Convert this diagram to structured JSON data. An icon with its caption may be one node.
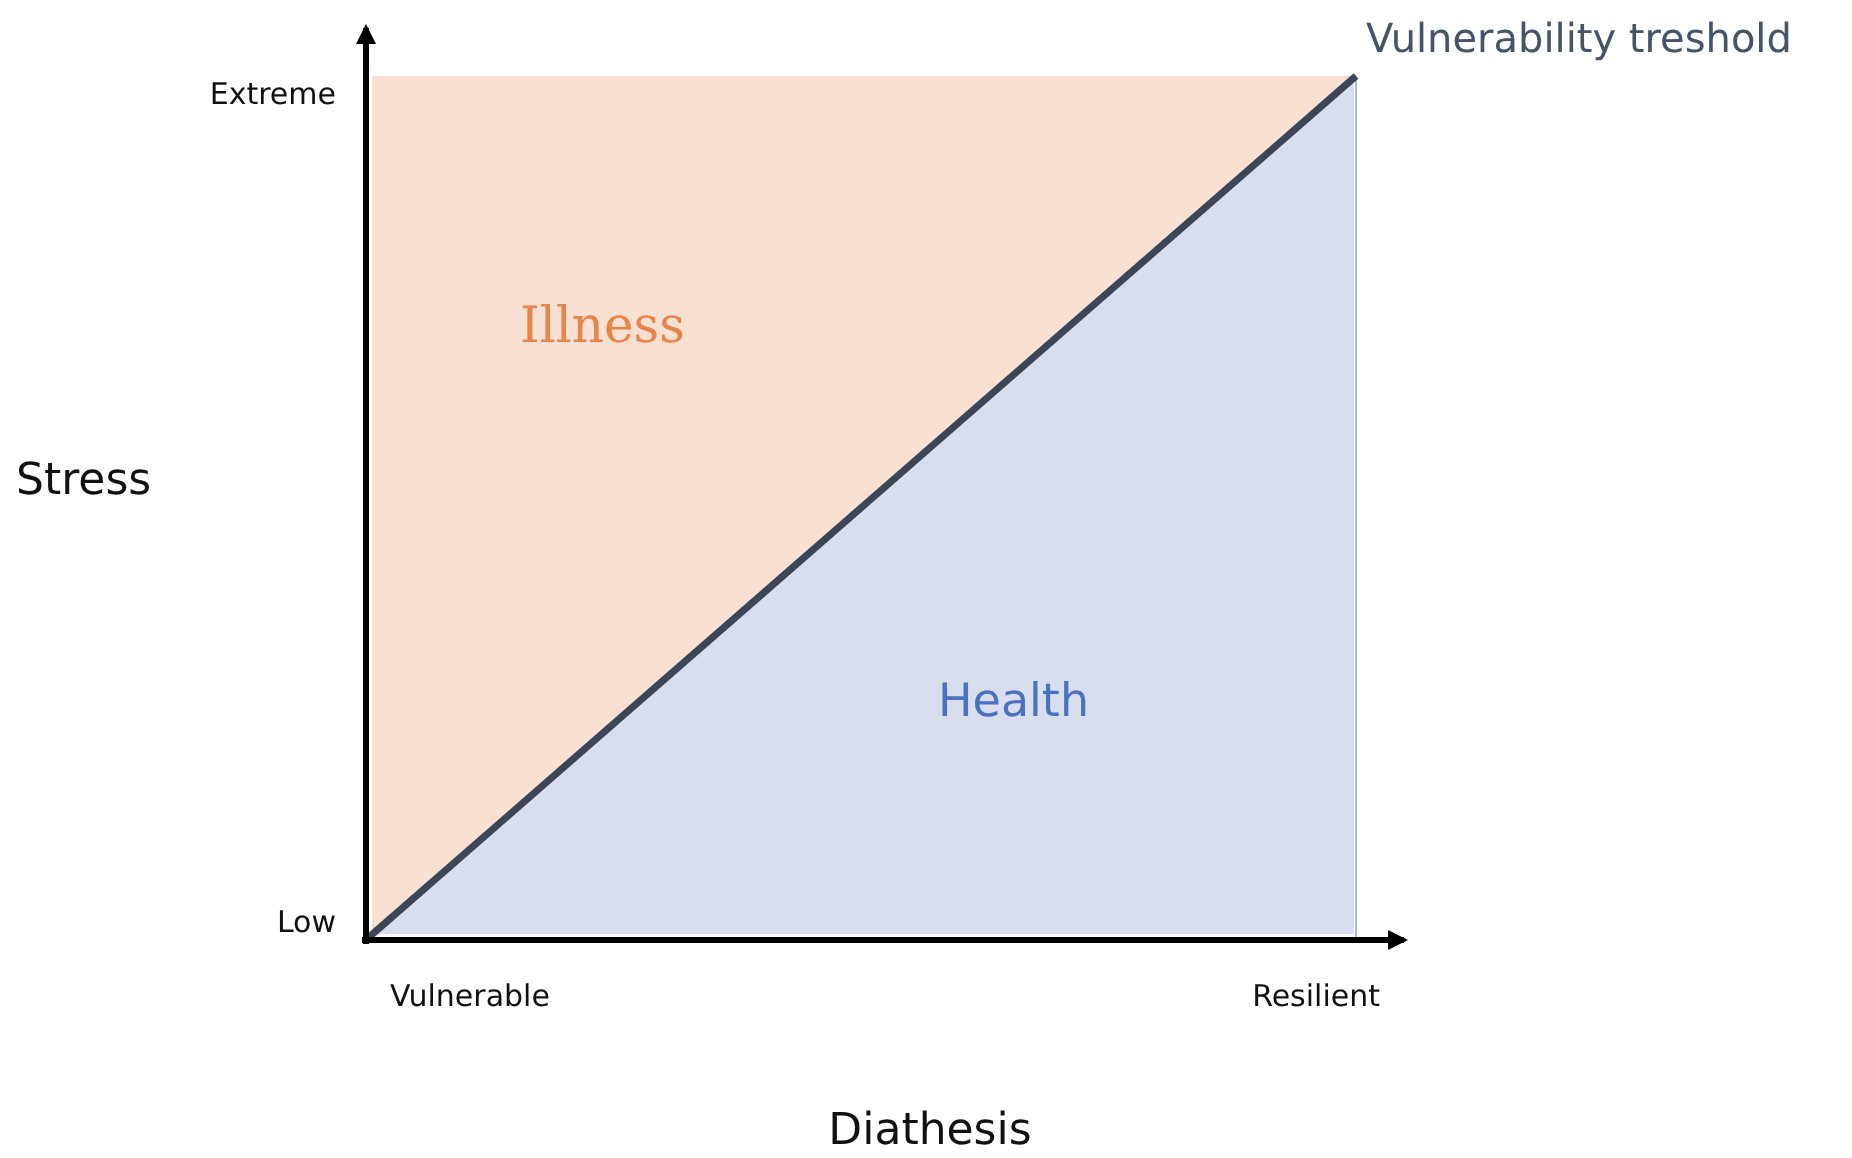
{
  "diagram": {
    "nodes": [
      {
        "text": [
          "Illness"
        ]
      },
      {
        "text": [
          "Health"
        ]
      }
    ],
    "labels": [
      "Vulnerability treshold",
      "Extreme",
      "Stress",
      "Low",
      "Vulnerable",
      "Resilient",
      "Diathesis"
    ]
  }
}
